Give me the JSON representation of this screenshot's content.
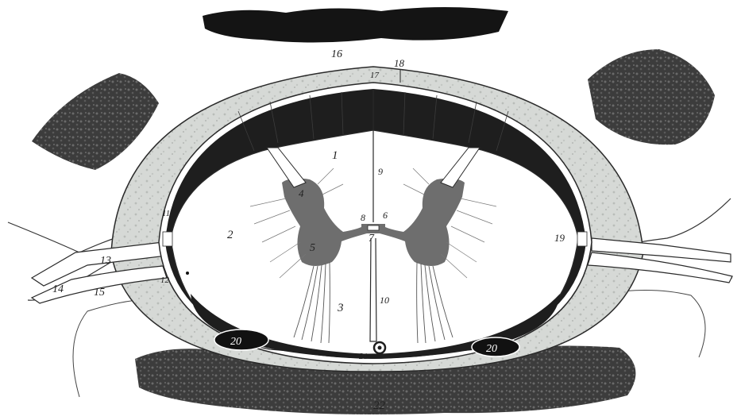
{
  "figure": {
    "colors": {
      "background": "#ffffff",
      "bone": "#3a3a3a",
      "tissue": "#dcdfdc",
      "dark_layer": "#1e1e1e",
      "white_matter": "#ffffff",
      "grey_matter": "#6e6e6e",
      "outline": "#2a2a2a"
    },
    "labels": {
      "l1": "1",
      "l2": "2",
      "l3": "3",
      "l4": "4",
      "l5": "5",
      "l6": "6",
      "l7": "7",
      "l8": "8",
      "l9": "9",
      "l10": "10",
      "l11": "11",
      "l12": "12",
      "l13": "13",
      "l14": "14",
      "l15": "15",
      "l16": "16",
      "l17": "17",
      "l18": "18",
      "l19": "19",
      "l20a": "20",
      "l20b": "20",
      "l21": "21",
      "l22": "22"
    }
  }
}
